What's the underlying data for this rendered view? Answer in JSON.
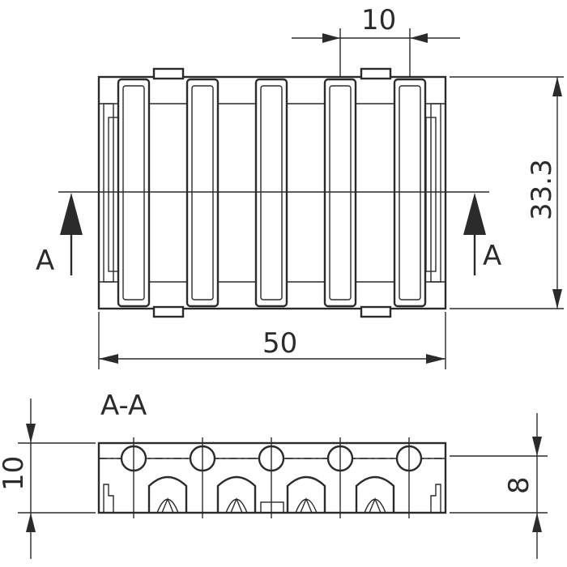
{
  "dimensions": {
    "pitch": "10",
    "width": "50",
    "height": "33.3",
    "side_height": "10",
    "slot_depth": "8"
  },
  "section": {
    "marker_left": "A",
    "marker_right": "A",
    "title": "A-A"
  }
}
